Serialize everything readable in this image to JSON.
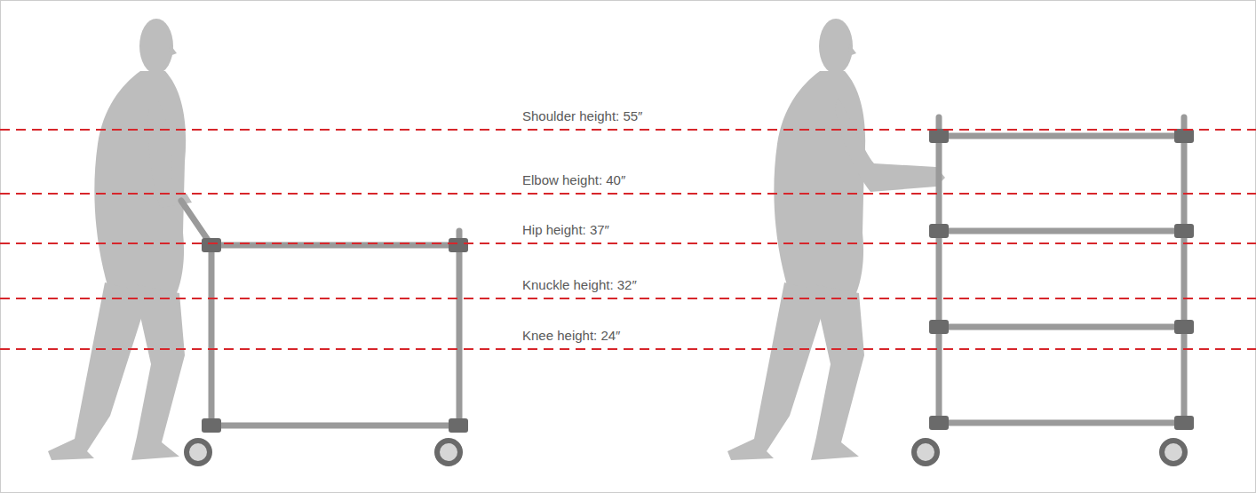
{
  "diagram": {
    "labels": [
      "Shoulder height: 55″",
      "Elbow height: 40″",
      "Hip height: 37″",
      "Knuckle height: 32″",
      "Knee height: 24″"
    ]
  }
}
